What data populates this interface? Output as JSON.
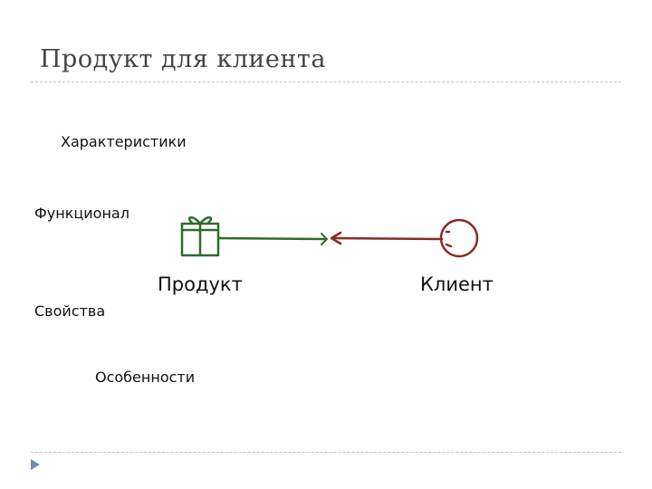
{
  "slide": {
    "title": "Продукт для клиента",
    "labels": {
      "characteristics": "Характеристики",
      "functionality": "Функционал",
      "properties": "Свойства",
      "features": "Особенности"
    },
    "product_label": "Продукт",
    "client_label": "Клиент"
  },
  "icons": {
    "product": "gift-box-icon",
    "client": "person-head-icon",
    "nav": "triangle-right-icon"
  },
  "colors": {
    "product_line": "#2e6b2a",
    "client_line": "#8b2a25",
    "nav_arrow": "#6f8db0"
  }
}
